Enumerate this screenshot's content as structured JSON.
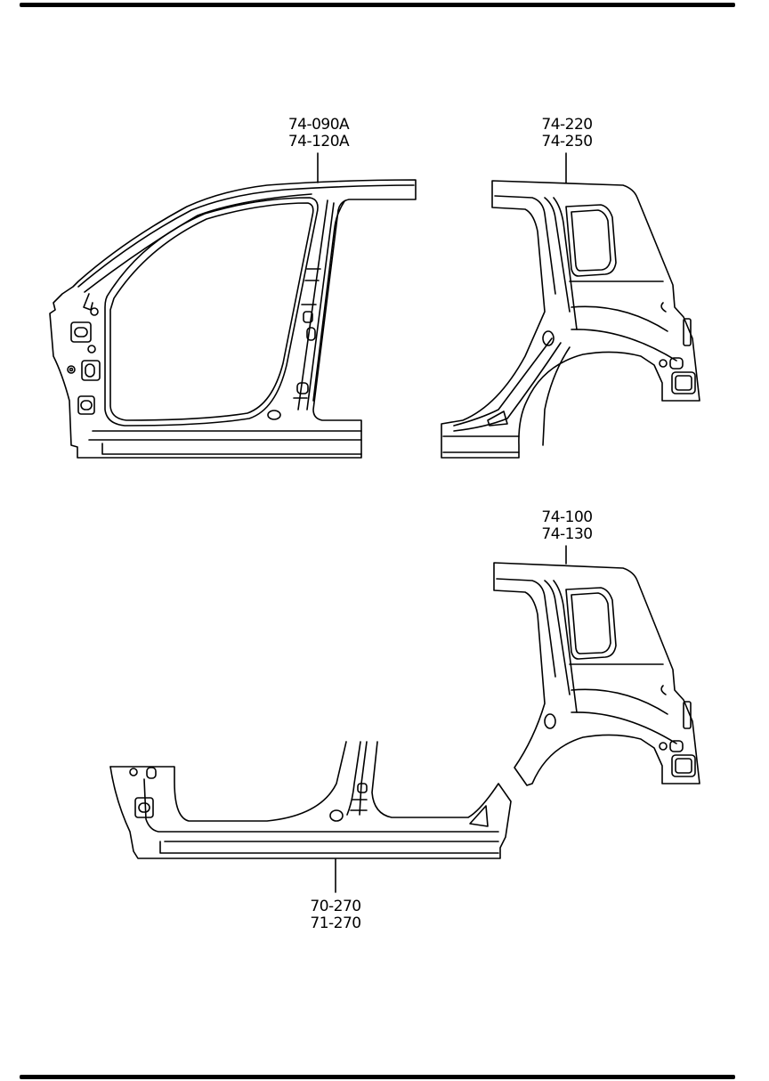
{
  "diagram": {
    "title": "Body side panel parts diagram",
    "colors": {
      "line": "#000000",
      "background": "#ffffff"
    },
    "parts": [
      {
        "id": "front-side-panel",
        "callout_lines": [
          "74-090A",
          "74-120A"
        ],
        "description": "Front side outer panel (A/B pillar, roof rail, sill)"
      },
      {
        "id": "rear-quarter-panel-upper",
        "callout_lines": [
          "74-220",
          "74-250"
        ],
        "description": "Rear quarter panel"
      },
      {
        "id": "rear-quarter-panel-lower",
        "callout_lines": [
          "74-100",
          "74-130"
        ],
        "description": "Rear quarter panel"
      },
      {
        "id": "side-sill-panel",
        "callout_lines": [
          "70-270",
          "71-270"
        ],
        "description": "Side sill panel"
      }
    ]
  }
}
